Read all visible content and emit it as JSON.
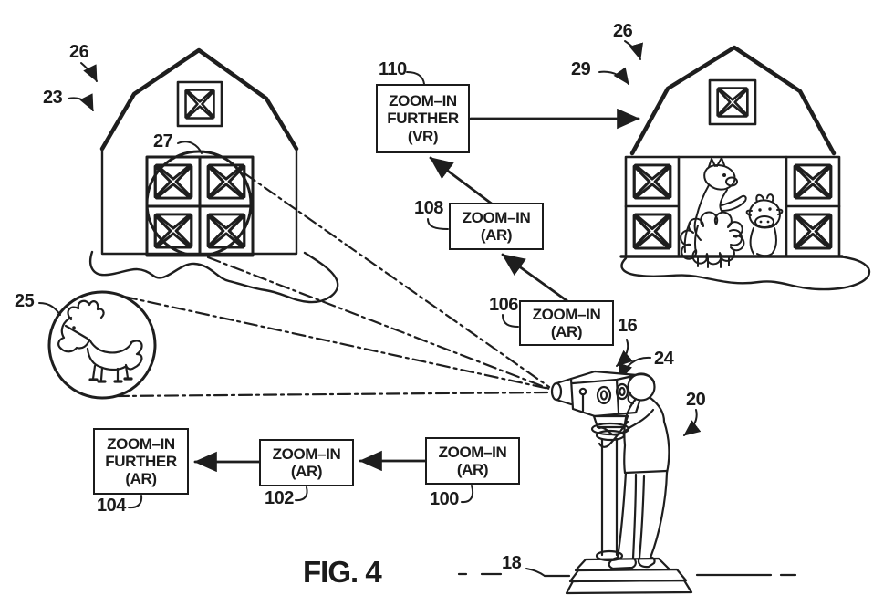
{
  "figure": {
    "caption": "FIG. 4"
  },
  "palette": {
    "ink": "#1c1c1c",
    "paper": "#ffffff"
  },
  "flow_boxes": [
    {
      "ref": "110",
      "label": "ZOOM–IN\nFURTHER\n(VR)"
    },
    {
      "ref": "108",
      "label": "ZOOM–IN\n(AR)"
    },
    {
      "ref": "106",
      "label": "ZOOM–IN\n(AR)"
    },
    {
      "ref": "104",
      "label": "ZOOM–IN\nFURTHER\n(AR)"
    },
    {
      "ref": "102",
      "label": "ZOOM–IN\n(AR)"
    },
    {
      "ref": "100",
      "label": "ZOOM–IN\n(AR)"
    }
  ],
  "ref_labels": {
    "left_barn": "26",
    "left_scene": "23",
    "door_detail": "27",
    "pony": "25",
    "right_barn": "26",
    "right_scene": "29",
    "viewer": "16",
    "eyepiece": "24",
    "user": "20",
    "ground": "18"
  }
}
